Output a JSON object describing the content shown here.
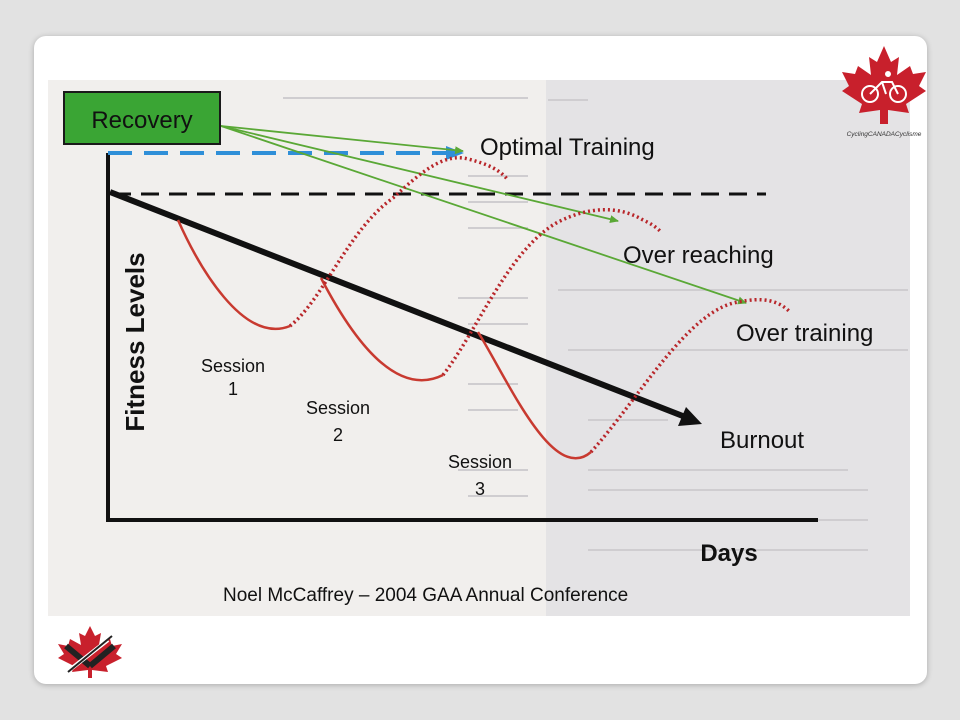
{
  "slide": {
    "logo_top_right": {
      "icon": "maple-leaf-cyclist-logo",
      "brand_text": "CyclingCANADACyclisme",
      "leaf_color": "#c8202c"
    },
    "logo_bottom_left": {
      "icon": "maple-leaf-cross-logo",
      "colors": [
        "#c8202c",
        "#222222"
      ]
    }
  },
  "diagram": {
    "recovery_box": {
      "label": "Recovery",
      "fill": "#3aa534"
    },
    "optimal_training": "Optimal Training",
    "over_reaching": "Over reaching",
    "over_training": "Over training",
    "burnout": "Burnout",
    "y_axis_label": "Fitness Levels",
    "x_axis_label": "Days",
    "sessions": [
      {
        "line1": "Session",
        "line2": "1"
      },
      {
        "line1": "Session",
        "line2": "2"
      },
      {
        "line1": "Session",
        "line2": "3"
      }
    ],
    "caption": "Noel McCaffrey – 2004 GAA Annual Conference",
    "colors": {
      "recovery_arrows": "#5aa836",
      "blue_dashed": "#2f8fd8",
      "session_curve": "#c83a30",
      "dotted_curve": "#b8262a"
    }
  }
}
